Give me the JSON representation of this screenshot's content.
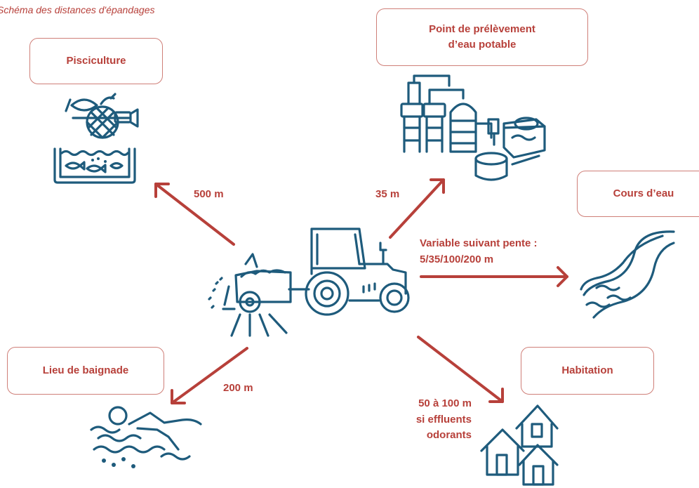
{
  "caption": "Schéma des distances d'épandages",
  "destinations": {
    "pisciculture": {
      "label": "Pisciculture",
      "distance": "500 m"
    },
    "captage": {
      "label_line1": "Point de prélèvement",
      "label_line2": "d’eau potable",
      "distance": "35 m"
    },
    "cours_eau": {
      "label": "Cours d’eau",
      "distance_line1": "Variable suivant pente :",
      "distance_line2": "5/35/100/200 m"
    },
    "baignade": {
      "label": "Lieu de baignade",
      "distance": "200 m"
    },
    "habitation": {
      "label": "Habitation",
      "distance_line1": "50 à 100 m",
      "distance_line2": "si effluents",
      "distance_line3": "odorants"
    }
  },
  "colors": {
    "accent": "#b7403a",
    "box_border": "#cf7f78",
    "icon": "#1e5b7c"
  },
  "icons": [
    "fish-farm-icon",
    "water-treatment-plant-icon",
    "tractor-spreader-icon",
    "river-icon",
    "swimmer-icon",
    "houses-icon"
  ]
}
